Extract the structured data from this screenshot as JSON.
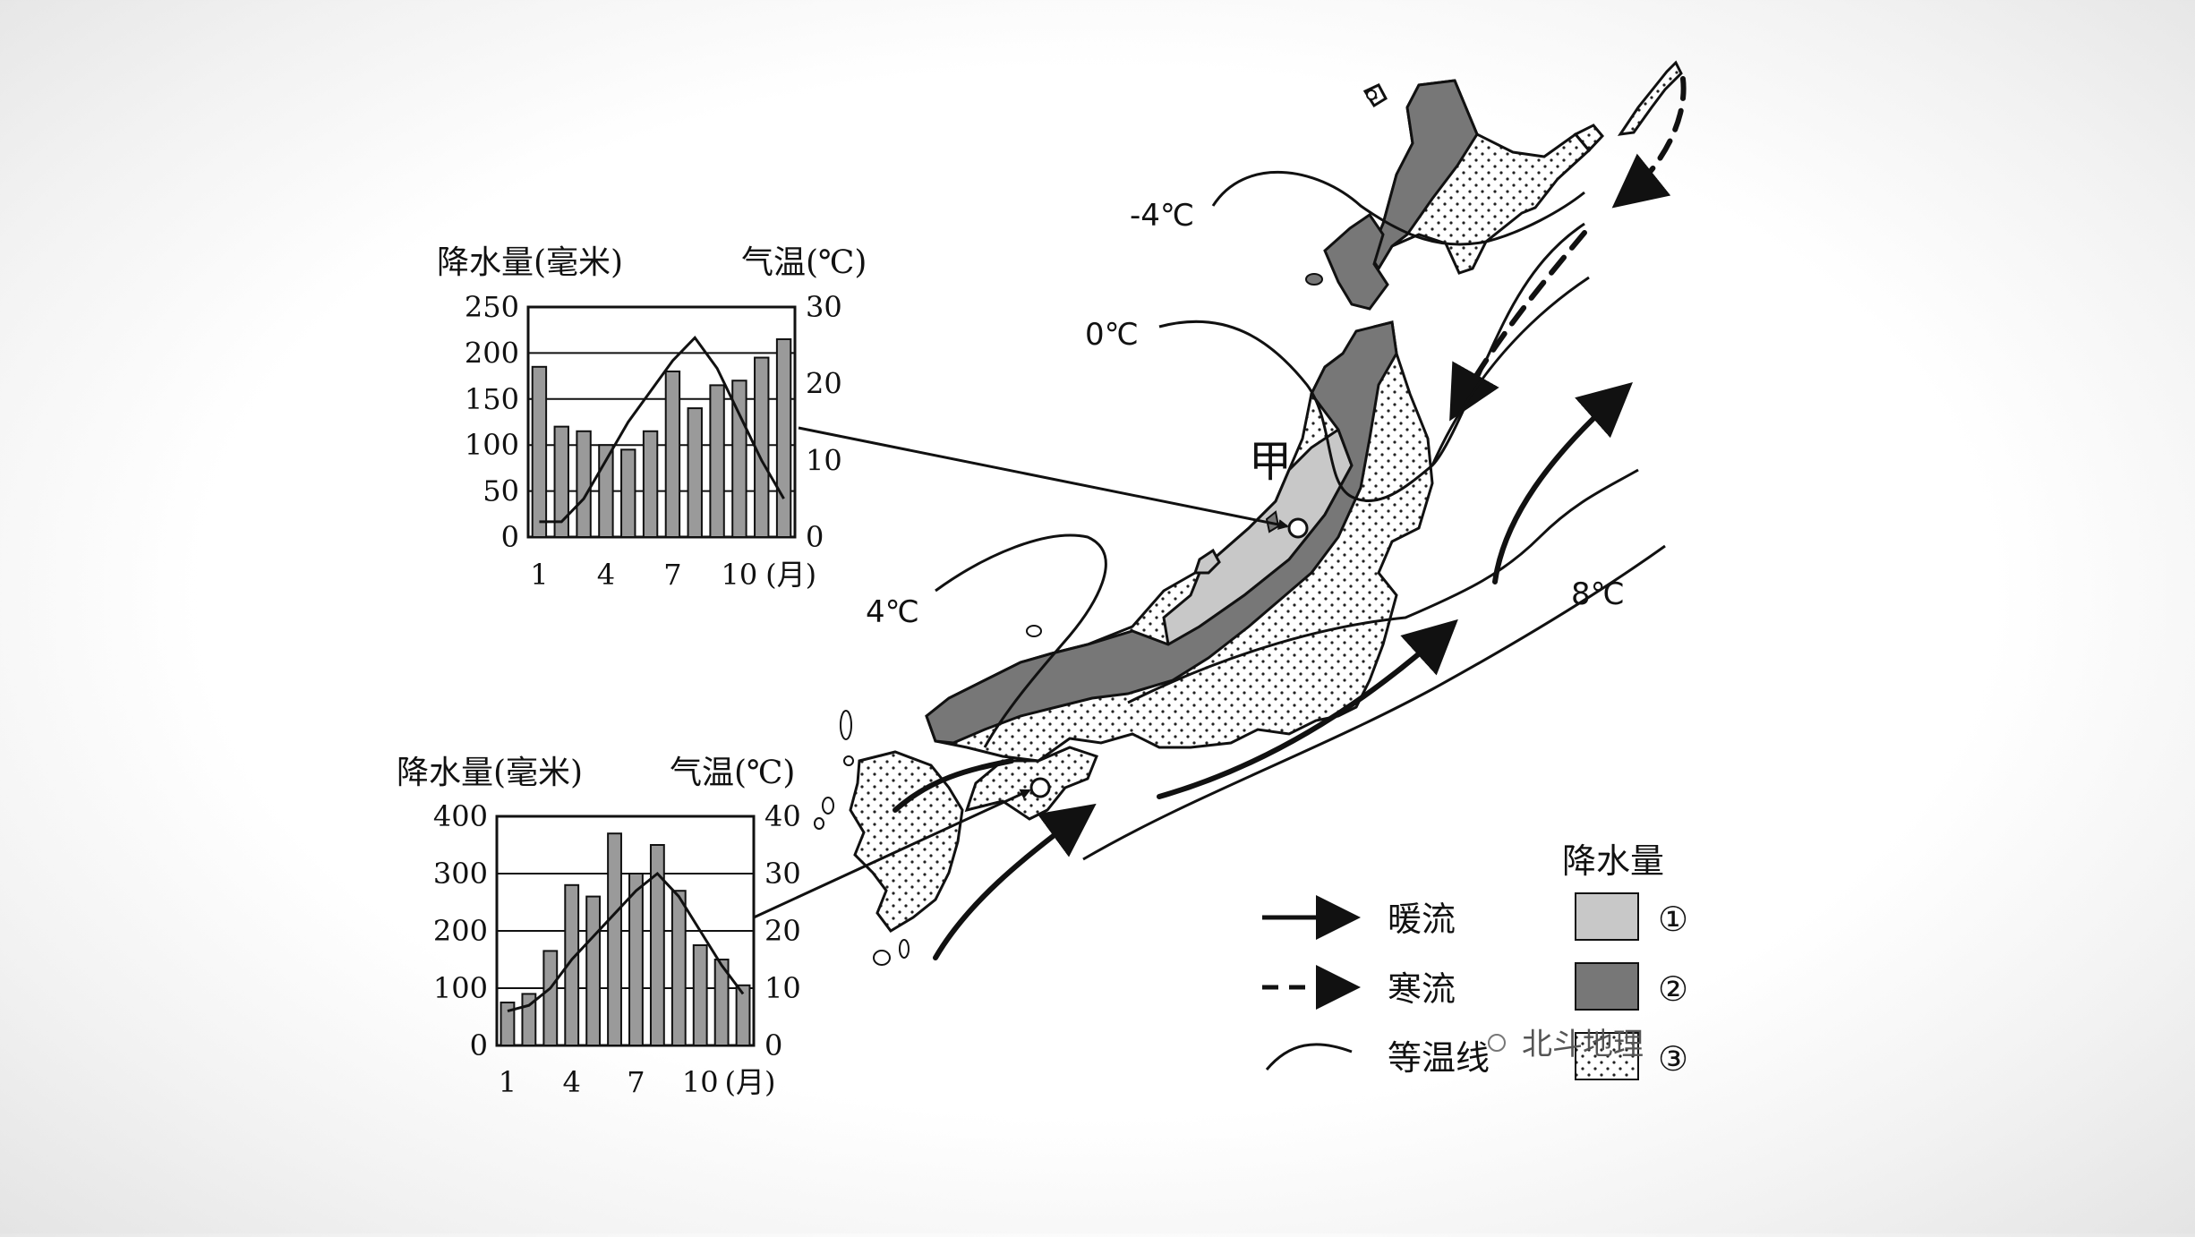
{
  "place_label": "甲",
  "isotherms": [
    {
      "label": "-4℃"
    },
    {
      "label": "0℃"
    },
    {
      "label": "4℃"
    },
    {
      "label": "8℃"
    }
  ],
  "legend": {
    "precip_title": "降水量",
    "warm_current": "暖流",
    "cold_current": "寒流",
    "isotherm": "等温线",
    "zones": [
      "①",
      "②",
      "③"
    ],
    "colors": {
      "zone1": "#c8c8c8",
      "zone2": "#777777",
      "zone3": "#ffffff"
    }
  },
  "watermark": "北斗地理",
  "chart_data": [
    {
      "type": "bar+line",
      "ylabel_left": "降水量(毫米)",
      "ylabel_right": "气温(℃)",
      "xlabel": "(月)",
      "x_ticks": [
        "1",
        "4",
        "7",
        "10"
      ],
      "y_left_ticks": [
        "0",
        "50",
        "100",
        "150",
        "200",
        "250"
      ],
      "y_right_ticks": [
        "0",
        "10",
        "20",
        "30"
      ],
      "ylim_left": [
        0,
        250
      ],
      "ylim_right": [
        0,
        30
      ],
      "grid": true,
      "categories": [
        1,
        2,
        3,
        4,
        5,
        6,
        7,
        8,
        9,
        10,
        11,
        12
      ],
      "precipitation": [
        185,
        120,
        115,
        100,
        95,
        115,
        180,
        140,
        165,
        170,
        195,
        215
      ],
      "temperature": [
        2,
        2,
        5,
        10,
        15,
        19,
        23,
        26,
        22,
        16,
        10,
        5
      ]
    },
    {
      "type": "bar+line",
      "ylabel_left": "降水量(毫米)",
      "ylabel_right": "气温(℃)",
      "xlabel": "(月)",
      "x_ticks": [
        "1",
        "4",
        "7",
        "10"
      ],
      "y_left_ticks": [
        "0",
        "100",
        "200",
        "300",
        "400"
      ],
      "y_right_ticks": [
        "0",
        "10",
        "20",
        "30",
        "40"
      ],
      "ylim_left": [
        0,
        400
      ],
      "ylim_right": [
        0,
        40
      ],
      "grid": true,
      "categories": [
        1,
        2,
        3,
        4,
        5,
        6,
        7,
        8,
        9,
        10,
        11,
        12
      ],
      "precipitation": [
        75,
        90,
        165,
        280,
        260,
        370,
        300,
        350,
        270,
        175,
        150,
        105
      ],
      "temperature": [
        6,
        7,
        10,
        15,
        19,
        23,
        27,
        30,
        26,
        20,
        14,
        9
      ]
    }
  ]
}
